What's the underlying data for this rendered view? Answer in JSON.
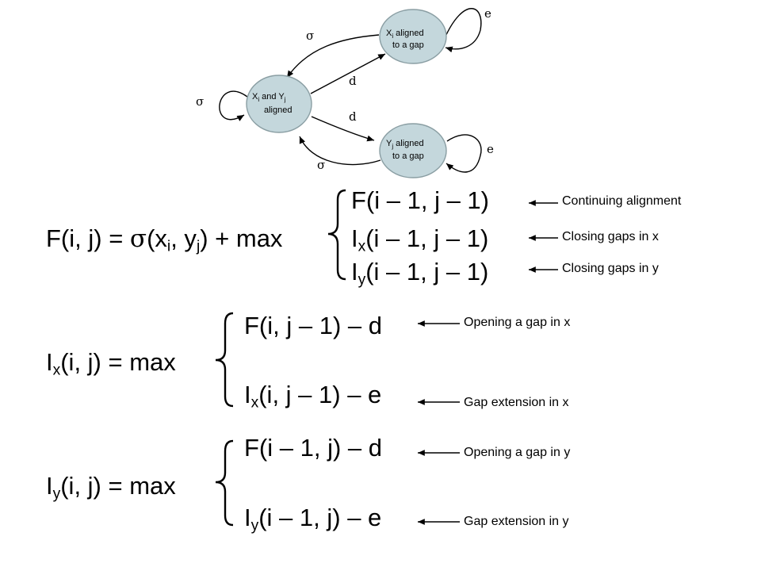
{
  "state_diagram": {
    "nodes": {
      "xi_gap": {
        "line1": [
          "X",
          "i",
          " aligned"
        ],
        "line2": "to a gap"
      },
      "xy_aligned": {
        "line1": [
          "X",
          "i",
          " and Y",
          "j"
        ],
        "line2": "aligned"
      },
      "yj_gap": {
        "line1": [
          "Y",
          "j",
          " aligned"
        ],
        "line2": "to a gap"
      }
    },
    "edges": {
      "self_top": "e",
      "top_to_center": "σ",
      "self_center": "σ",
      "center_to_top": "d",
      "center_to_bottom": "d",
      "self_bottom": "e",
      "bottom_to_center": "σ"
    },
    "node_fill": "#c4d7dc",
    "node_stroke": "#8a9ea3"
  },
  "equations": {
    "f": {
      "lhs": [
        "F(i, j) = ",
        "σ",
        "(x",
        "i",
        ", y",
        "j",
        ") + max"
      ],
      "cases": [
        {
          "text": [
            "F(i – 1, j – 1)"
          ],
          "annotation": "Continuing alignment"
        },
        {
          "text": [
            "I",
            "x",
            "(i – 1, j – 1)"
          ],
          "annotation": "Closing gaps in x"
        },
        {
          "text": [
            "I",
            "y",
            "(i – 1, j – 1)"
          ],
          "annotation": "Closing gaps in y"
        }
      ]
    },
    "ix": {
      "lhs": [
        "I",
        "x",
        "(i, j) = max"
      ],
      "cases": [
        {
          "text": [
            "F(i, j – 1) – d"
          ],
          "annotation": "Opening a gap in x"
        },
        {
          "text": [
            "I",
            "x",
            "(i, j – 1) – e"
          ],
          "annotation": "Gap extension in x"
        }
      ]
    },
    "iy": {
      "lhs": [
        "I",
        "y",
        "(i, j) = max"
      ],
      "cases": [
        {
          "text": [
            "F(i – 1, j) – d"
          ],
          "annotation": "Opening a gap in y"
        },
        {
          "text": [
            "I",
            "y",
            "(i – 1, j) – e"
          ],
          "annotation": "Gap extension in y"
        }
      ]
    }
  }
}
